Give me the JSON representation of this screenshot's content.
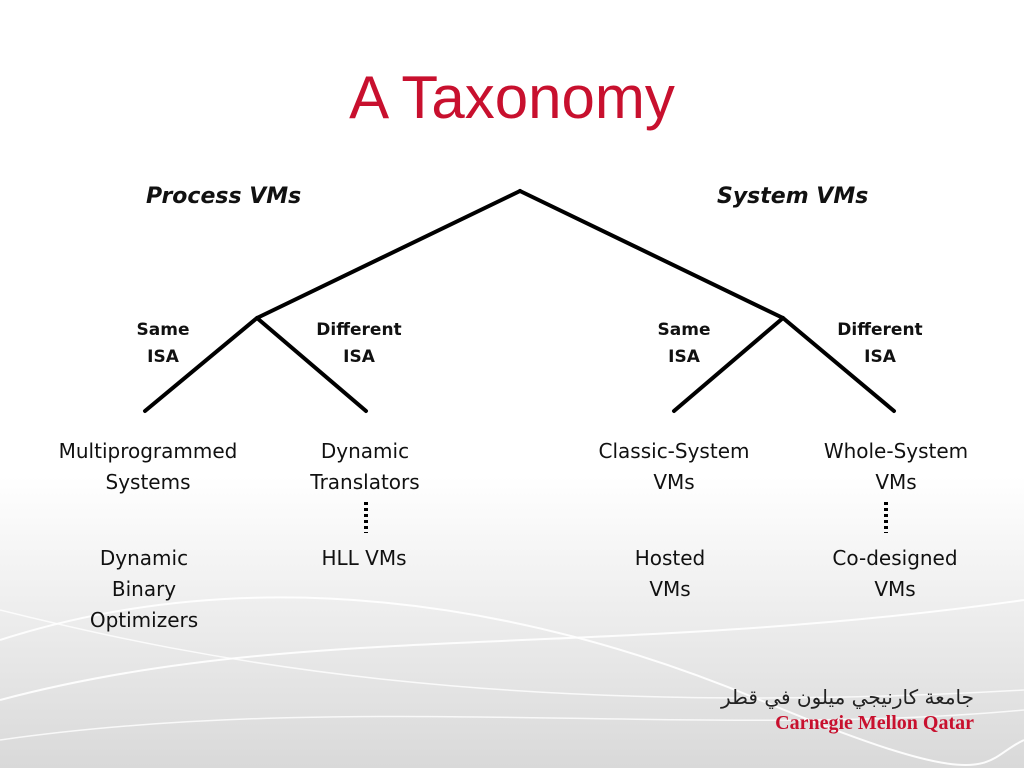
{
  "title": "A Taxonomy",
  "branches": {
    "process": "Process VMs",
    "system": "System VMs"
  },
  "isa": {
    "process_same": [
      "Same",
      "ISA"
    ],
    "process_different": [
      "Different",
      "ISA"
    ],
    "system_same": [
      "Same",
      "ISA"
    ],
    "system_different": [
      "Different",
      "ISA"
    ]
  },
  "leaves": {
    "multiprogrammed": [
      "Multiprogrammed",
      "Systems"
    ],
    "dynamic_translators": [
      "Dynamic",
      "Translators"
    ],
    "classic_system": [
      "Classic-System",
      "VMs"
    ],
    "whole_system": [
      "Whole-System",
      "VMs"
    ]
  },
  "sub_leaves": {
    "dbo": [
      "Dynamic",
      "Binary",
      "Optimizers"
    ],
    "hll": [
      "HLL VMs"
    ],
    "hosted": [
      "Hosted",
      "VMs"
    ],
    "codesigned": [
      "Co-designed",
      "VMs"
    ]
  },
  "logo": {
    "arabic": "جامعة كارنيجي ميلون في قطر",
    "text": "Carnegie Mellon Qatar"
  },
  "colors": {
    "title": "#c8102e",
    "lines": "#000000"
  }
}
